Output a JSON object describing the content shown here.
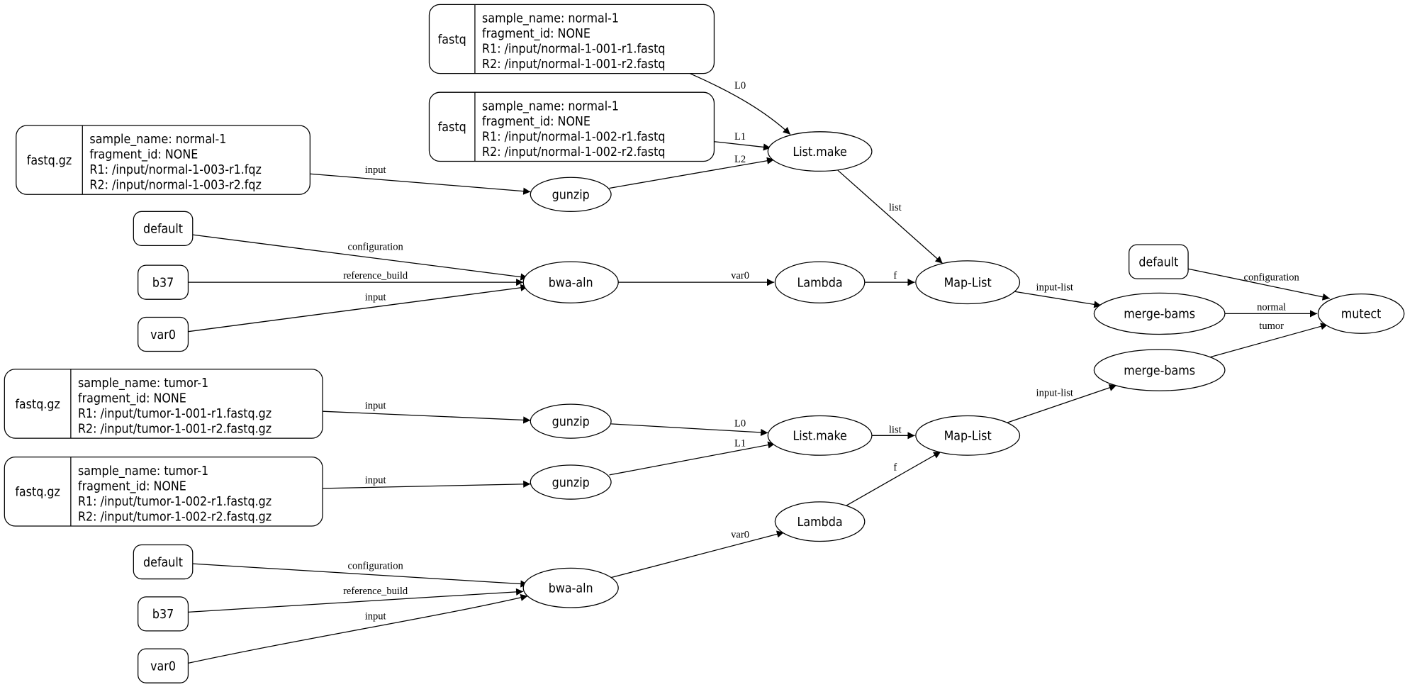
{
  "colors": {
    "background": "#ffffff",
    "stroke": "#000000"
  },
  "nodes": {
    "f1": {
      "kind": "record",
      "type": "fastq",
      "lines": [
        "sample_name: normal-1",
        "fragment_id: NONE",
        "R1: /input/normal-1-001-r1.fastq",
        "R2: /input/normal-1-001-r2.fastq"
      ]
    },
    "f2": {
      "kind": "record",
      "type": "fastq",
      "lines": [
        "sample_name: normal-1",
        "fragment_id: NONE",
        "R1: /input/normal-1-002-r1.fastq",
        "R2: /input/normal-1-002-r2.fastq"
      ]
    },
    "f3": {
      "kind": "record",
      "type": "fastq.gz",
      "lines": [
        "sample_name: normal-1",
        "fragment_id: NONE",
        "R1: /input/normal-1-003-r1.fqz",
        "R2: /input/normal-1-003-r2.fqz"
      ]
    },
    "t1": {
      "kind": "record",
      "type": "fastq.gz",
      "lines": [
        "sample_name: tumor-1",
        "fragment_id: NONE",
        "R1: /input/tumor-1-001-r1.fastq.gz",
        "R2: /input/tumor-1-001-r2.fastq.gz"
      ]
    },
    "t2": {
      "kind": "record",
      "type": "fastq.gz",
      "lines": [
        "sample_name: tumor-1",
        "fragment_id: NONE",
        "R1: /input/tumor-1-002-r1.fastq.gz",
        "R2: /input/tumor-1-002-r2.fastq.gz"
      ]
    },
    "def1": {
      "kind": "box",
      "label": "default"
    },
    "b37a": {
      "kind": "box",
      "label": "b37"
    },
    "var0a": {
      "kind": "box",
      "label": "var0"
    },
    "def2": {
      "kind": "box",
      "label": "default"
    },
    "b37b": {
      "kind": "box",
      "label": "b37"
    },
    "var0b": {
      "kind": "box",
      "label": "var0"
    },
    "def3": {
      "kind": "box",
      "label": "default"
    },
    "gz1": {
      "kind": "ellipse",
      "label": "gunzip"
    },
    "lm1": {
      "kind": "ellipse",
      "label": "List.make"
    },
    "bwa1": {
      "kind": "ellipse",
      "label": "bwa-aln"
    },
    "lam1": {
      "kind": "ellipse",
      "label": "Lambda"
    },
    "map1": {
      "kind": "ellipse",
      "label": "Map-List"
    },
    "mb1": {
      "kind": "ellipse",
      "label": "merge-bams"
    },
    "mut": {
      "kind": "ellipse",
      "label": "mutect"
    },
    "mb2": {
      "kind": "ellipse",
      "label": "merge-bams"
    },
    "gz2": {
      "kind": "ellipse",
      "label": "gunzip"
    },
    "lm2": {
      "kind": "ellipse",
      "label": "List.make"
    },
    "map2": {
      "kind": "ellipse",
      "label": "Map-List"
    },
    "gz3": {
      "kind": "ellipse",
      "label": "gunzip"
    },
    "lam2": {
      "kind": "ellipse",
      "label": "Lambda"
    },
    "bwa2": {
      "kind": "ellipse",
      "label": "bwa-aln"
    }
  },
  "edges": [
    {
      "from": "f1",
      "to": "lm1",
      "label": "L0"
    },
    {
      "from": "f2",
      "to": "lm1",
      "label": "L1"
    },
    {
      "from": "gz1",
      "to": "lm1",
      "label": "L2"
    },
    {
      "from": "f3",
      "to": "gz1",
      "label": "input"
    },
    {
      "from": "lm1",
      "to": "map1",
      "label": "list"
    },
    {
      "from": "def1",
      "to": "bwa1",
      "label": "configuration"
    },
    {
      "from": "b37a",
      "to": "bwa1",
      "label": "reference_build"
    },
    {
      "from": "var0a",
      "to": "bwa1",
      "label": "input"
    },
    {
      "from": "bwa1",
      "to": "lam1",
      "label": "var0"
    },
    {
      "from": "lam1",
      "to": "map1",
      "label": "f"
    },
    {
      "from": "map1",
      "to": "mb1",
      "label": "input-list"
    },
    {
      "from": "def3",
      "to": "mut",
      "label": "configuration"
    },
    {
      "from": "mb1",
      "to": "mut",
      "label": "normal"
    },
    {
      "from": "mb2",
      "to": "mut",
      "label": "tumor"
    },
    {
      "from": "t1",
      "to": "gz2",
      "label": "input"
    },
    {
      "from": "gz2",
      "to": "lm2",
      "label": "L0"
    },
    {
      "from": "gz3",
      "to": "lm2",
      "label": "L1"
    },
    {
      "from": "t2",
      "to": "gz3",
      "label": "input"
    },
    {
      "from": "lm2",
      "to": "map2",
      "label": "list"
    },
    {
      "from": "map2",
      "to": "mb2",
      "label": "input-list"
    },
    {
      "from": "lam2",
      "to": "map2",
      "label": "f"
    },
    {
      "from": "bwa2",
      "to": "lam2",
      "label": "var0"
    },
    {
      "from": "def2",
      "to": "bwa2",
      "label": "configuration"
    },
    {
      "from": "b37b",
      "to": "bwa2",
      "label": "reference_build"
    },
    {
      "from": "var0b",
      "to": "bwa2",
      "label": "input"
    }
  ]
}
